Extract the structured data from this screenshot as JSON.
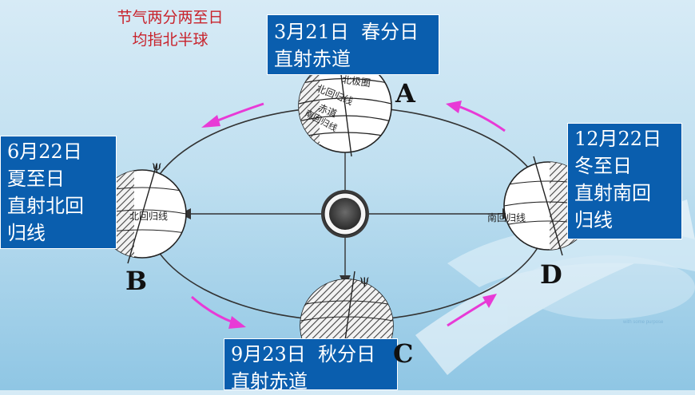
{
  "note": {
    "line1": "节气两分两至日",
    "line2": "均指北半球"
  },
  "positions": {
    "a": {
      "point": "A",
      "date": "3月21日",
      "term": "春分日",
      "desc": "直射赤道"
    },
    "b": {
      "point": "B",
      "date": "6月22日",
      "term": "夏至日",
      "desc1": "直射北回",
      "desc2": "归线"
    },
    "c": {
      "point": "C",
      "date": "9月23日",
      "term": "秋分日",
      "desc": "直射赤道"
    },
    "d": {
      "point": "D",
      "date": "12月22日",
      "term": "冬至日",
      "desc1": "直射南回",
      "desc2": "归线"
    }
  },
  "globe_labels": {
    "arctic": "北极圈",
    "tropic_cancer": "北回归线",
    "equator": "赤道",
    "tropic_capricorn": "南回归线",
    "b_line": "北回归线",
    "d_line": "南回归线"
  },
  "watermark": "with some purpose",
  "colors": {
    "box_bg": "#0a5eae",
    "note_text": "#c8232c",
    "arrow": "#e83ad6"
  }
}
